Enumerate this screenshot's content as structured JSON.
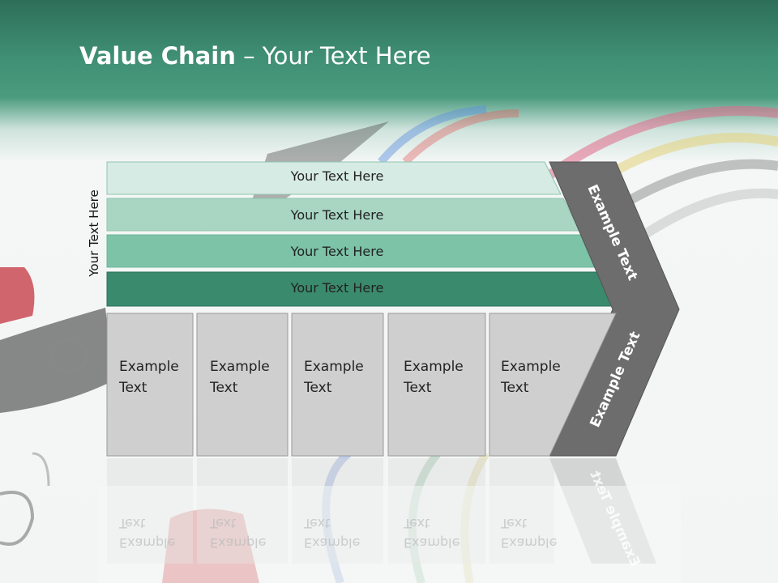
{
  "slide": {
    "title_bold": "Value Chain",
    "title_rest": " – Your Text Here",
    "side_label": "Your Text Here"
  },
  "bars": [
    {
      "label": "Your Text Here",
      "color": "#d6ebe3"
    },
    {
      "label": "Your Text Here",
      "color": "#a8d6c3"
    },
    {
      "label": "Your Text Here",
      "color": "#7cc3a8"
    },
    {
      "label": "Your Text Here",
      "color": "#3a8a6e"
    }
  ],
  "columns": [
    {
      "line1": "Example",
      "line2": "Text"
    },
    {
      "line1": "Example",
      "line2": "Text"
    },
    {
      "line1": "Example",
      "line2": "Text"
    },
    {
      "line1": "Example",
      "line2": "Text"
    },
    {
      "line1": "Example",
      "line2": "Text"
    }
  ],
  "chevron": {
    "upper_label": "Example Text",
    "lower_label": "Example Text",
    "color": "#6d6d6d"
  },
  "colors": {
    "column_fill": "#cfcfcf",
    "column_border": "#9a9a9a"
  }
}
